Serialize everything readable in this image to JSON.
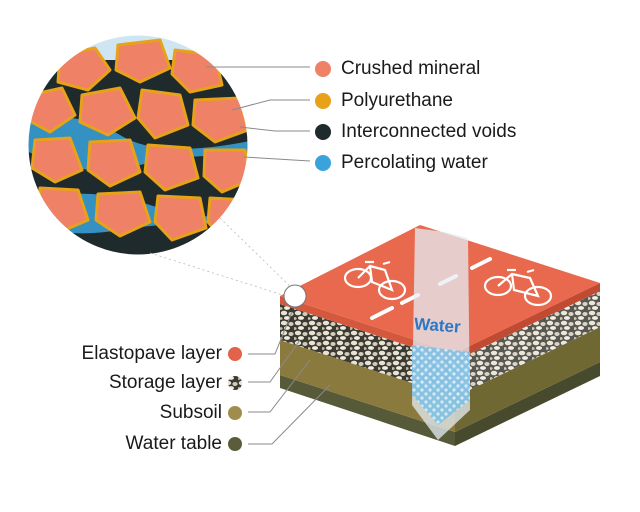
{
  "legend_top": [
    {
      "id": "crushed",
      "label": "Crushed mineral",
      "color": "#ee8166"
    },
    {
      "id": "poly",
      "label": "Polyurethane",
      "color": "#e8a21a"
    },
    {
      "id": "voids",
      "label": "Interconnected voids",
      "color": "#1f2a2c"
    },
    {
      "id": "water",
      "label": "Percolating water",
      "color": "#3aa3dc"
    }
  ],
  "legend_left": [
    {
      "id": "elastopave",
      "label": "Elastopave layer",
      "color": "#e2634a"
    },
    {
      "id": "storage",
      "label": "Storage layer",
      "color": "#b8a890"
    },
    {
      "id": "subsoil",
      "label": "Subsoil",
      "color": "#a08d4e"
    },
    {
      "id": "watertable",
      "label": "Water table",
      "color": "#5a5c3c"
    }
  ],
  "water_label": "Water",
  "colors": {
    "surface": "#e8694d",
    "surface_side": "#d4583e",
    "gravel": "#cfc8b9",
    "subsoil": "#8a7a3e",
    "subsoil_dark": "#6f6833",
    "water_table": "#565a38",
    "circle_bg": "#cfe6f2"
  }
}
